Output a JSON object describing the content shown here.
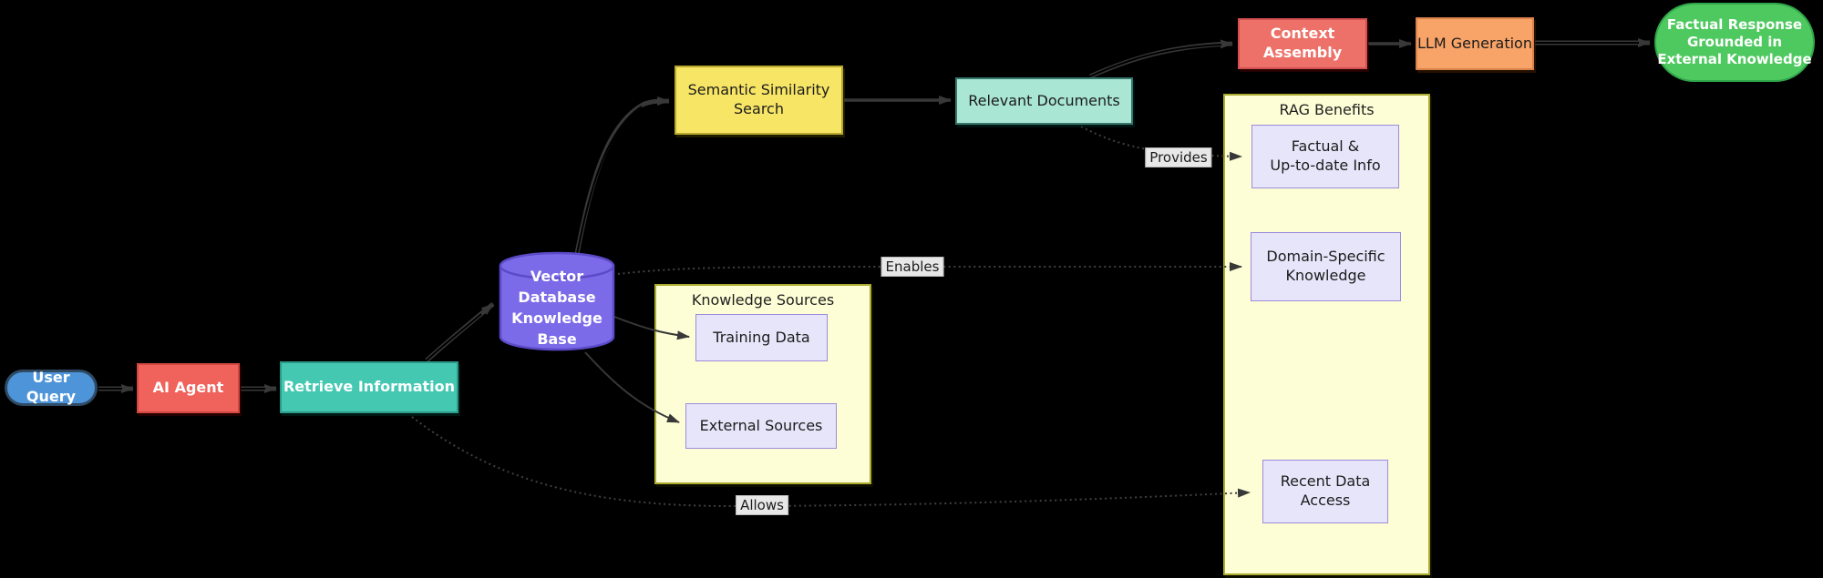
{
  "diagram": {
    "title_semantic": "RAG retrieval flow diagram",
    "background_color": "#000000",
    "edge_color": "#383838",
    "nodes": {
      "user_query": {
        "label": "User Query",
        "shape": "stadium",
        "fill": "#4d94d8",
        "stroke": "#2f4a63",
        "text_color": "#ffffff"
      },
      "ai_agent": {
        "label": "AI Agent",
        "shape": "rect",
        "fill": "#f0625c",
        "stroke": "#d04840",
        "text_color": "#ffffff"
      },
      "retrieve_information": {
        "label": "Retrieve Information",
        "shape": "rect",
        "fill": "#45c8b2",
        "stroke": "#2c9a88",
        "text_color": "#ffffff"
      },
      "vector_db": {
        "label": "Vector Database\nKnowledge Base",
        "shape": "cylinder",
        "fill": "#7b6be8",
        "stroke": "#5b4bc8",
        "text_color": "#ffffff"
      },
      "semantic_search": {
        "label": "Semantic Similarity\nSearch",
        "shape": "rect",
        "fill": "#f7e565",
        "stroke": "#b8a82e",
        "text_color": "#1c1c1c"
      },
      "relevant_documents": {
        "label": "Relevant Documents",
        "shape": "rect",
        "fill": "#a9e6d4",
        "stroke": "#35776b",
        "text_color": "#1c1c1c"
      },
      "context_assembly": {
        "label": "Context Assembly",
        "shape": "rect",
        "fill": "#ed7168",
        "stroke": "#d35050",
        "text_color": "#ffffff"
      },
      "llm_generation": {
        "label": "LLM Generation",
        "shape": "rect",
        "fill": "#f8a368",
        "stroke": "#d9824a",
        "text_color": "#1c1c1c"
      },
      "factual_response": {
        "label": "Factual Response\nGrounded in\nExternal Knowledge",
        "shape": "stadium",
        "fill": "#4ec95f",
        "stroke": "#2fa54a",
        "text_color": "#ffffff"
      },
      "training_data": {
        "label": "Training Data",
        "shape": "rect",
        "fill": "#e7e5fa",
        "stroke": "#9c8cdb",
        "text_color": "#1c1c1c"
      },
      "external_sources": {
        "label": "External Sources",
        "shape": "rect",
        "fill": "#e7e5fa",
        "stroke": "#9c8cdb",
        "text_color": "#1c1c1c"
      },
      "factual_info": {
        "label": "Factual &\nUp-to-date Info",
        "shape": "rect",
        "fill": "#e7e5fa",
        "stroke": "#9c8cdb",
        "text_color": "#1c1c1c"
      },
      "domain_knowledge": {
        "label": "Domain-Specific\nKnowledge",
        "shape": "rect",
        "fill": "#e7e5fa",
        "stroke": "#9c8cdb",
        "text_color": "#1c1c1c"
      },
      "recent_data": {
        "label": "Recent Data\nAccess",
        "shape": "rect",
        "fill": "#e7e5fa",
        "stroke": "#9c8cdb",
        "text_color": "#1c1c1c"
      }
    },
    "containers": {
      "knowledge_sources": {
        "title": "Knowledge Sources",
        "fill": "#fdfdd6",
        "stroke": "#abab2f"
      },
      "rag_benefits": {
        "title": "RAG Benefits",
        "fill": "#fdfdd6",
        "stroke": "#abab2f"
      }
    },
    "edge_labels": {
      "provides": "Provides",
      "enables": "Enables",
      "allows": "Allows"
    },
    "edges": [
      {
        "from": "user_query",
        "to": "ai_agent",
        "style": "thick"
      },
      {
        "from": "ai_agent",
        "to": "retrieve_information",
        "style": "thick"
      },
      {
        "from": "retrieve_information",
        "to": "vector_db",
        "style": "thick"
      },
      {
        "from": "vector_db",
        "to": "semantic_search",
        "style": "thick"
      },
      {
        "from": "semantic_search",
        "to": "relevant_documents",
        "style": "solid"
      },
      {
        "from": "relevant_documents",
        "to": "context_assembly",
        "style": "thick"
      },
      {
        "from": "context_assembly",
        "to": "llm_generation",
        "style": "solid"
      },
      {
        "from": "llm_generation",
        "to": "factual_response",
        "style": "thick"
      },
      {
        "from": "vector_db",
        "to": "training_data",
        "style": "solid"
      },
      {
        "from": "vector_db",
        "to": "external_sources",
        "style": "solid"
      },
      {
        "from": "relevant_documents",
        "to": "factual_info",
        "style": "dotted",
        "label": "Provides"
      },
      {
        "from": "vector_db",
        "to": "domain_knowledge",
        "style": "dotted",
        "label": "Enables"
      },
      {
        "from": "retrieve_information",
        "to": "recent_data",
        "style": "dotted",
        "label": "Allows"
      }
    ]
  }
}
